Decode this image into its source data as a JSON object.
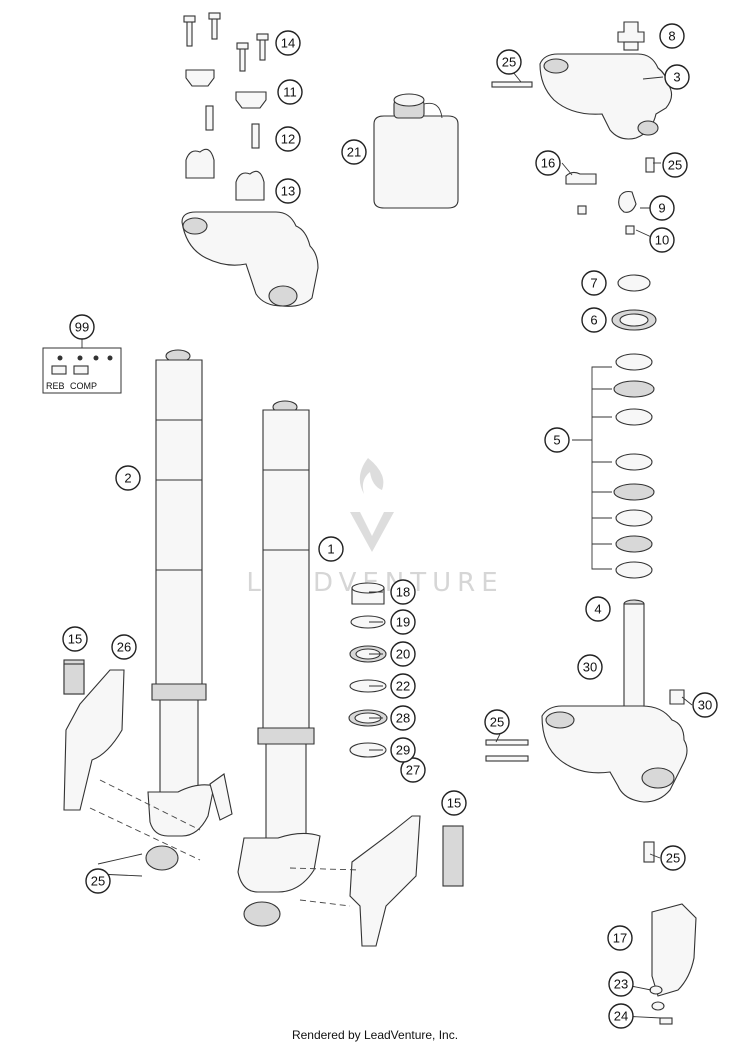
{
  "watermark": {
    "text": "LEADVENTURE"
  },
  "kit_99": {
    "left_label": "REB",
    "right_label": "COMP"
  },
  "footer": {
    "text": "Rendered by LeadVenture, Inc."
  },
  "callouts": [
    {
      "id": "c1",
      "label": "1"
    },
    {
      "id": "c2",
      "label": "2"
    },
    {
      "id": "c3",
      "label": "3"
    },
    {
      "id": "c4",
      "label": "4"
    },
    {
      "id": "c5",
      "label": "5"
    },
    {
      "id": "c6",
      "label": "6"
    },
    {
      "id": "c7",
      "label": "7"
    },
    {
      "id": "c8",
      "label": "8"
    },
    {
      "id": "c9",
      "label": "9"
    },
    {
      "id": "c10",
      "label": "10"
    },
    {
      "id": "c11",
      "label": "11"
    },
    {
      "id": "c12",
      "label": "12"
    },
    {
      "id": "c13",
      "label": "13"
    },
    {
      "id": "c14",
      "label": "14"
    },
    {
      "id": "c15a",
      "label": "15"
    },
    {
      "id": "c15b",
      "label": "15"
    },
    {
      "id": "c16",
      "label": "16"
    },
    {
      "id": "c17",
      "label": "17"
    },
    {
      "id": "c18",
      "label": "18"
    },
    {
      "id": "c19",
      "label": "19"
    },
    {
      "id": "c20",
      "label": "20"
    },
    {
      "id": "c21",
      "label": "21"
    },
    {
      "id": "c22",
      "label": "22"
    },
    {
      "id": "c23",
      "label": "23"
    },
    {
      "id": "c24",
      "label": "24"
    },
    {
      "id": "c25a",
      "label": "25"
    },
    {
      "id": "c25b",
      "label": "25"
    },
    {
      "id": "c25c",
      "label": "25"
    },
    {
      "id": "c25d",
      "label": "25"
    },
    {
      "id": "c25e",
      "label": "25"
    },
    {
      "id": "c26",
      "label": "26"
    },
    {
      "id": "c27",
      "label": "27"
    },
    {
      "id": "c28",
      "label": "28"
    },
    {
      "id": "c29",
      "label": "29"
    },
    {
      "id": "c30a",
      "label": "30"
    },
    {
      "id": "c30b",
      "label": "30"
    },
    {
      "id": "c99",
      "label": "99"
    }
  ]
}
